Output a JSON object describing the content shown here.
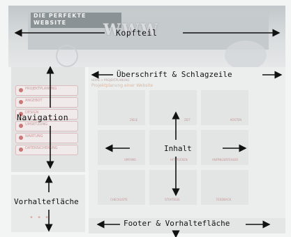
{
  "background": {
    "header_line1": "DIE PERFEKTE",
    "header_line2": "WEBSITE",
    "header_logo": "WWW",
    "breadcrumb": "HOME > PROJEKTPLANUNG",
    "subtitle": "Projektplanung einer Website",
    "nav_items": [
      "PROJEKTPLANUNG",
      "ANGEBOT",
      "DESIGN",
      "UMSETZUNG",
      "WARTUNG",
      "DATENSICHERUNG"
    ],
    "tiles": [
      "ZIELE",
      "ZEIT",
      "KOSTEN",
      "UMFANG",
      "HIT-TRICKEN",
      "ANFÄNGERFEHLER",
      "CHECKLISTE",
      "STRATEGIE",
      "FEEDBACK"
    ],
    "dots": "• • •"
  },
  "annotations": {
    "header": "Kopfteil",
    "headline": "Überschrift & Schlagzeile",
    "navigation": "Navigation",
    "content": "Inhalt",
    "reserve": "Vorhaltefläche",
    "footer": "Footer & Vorhaltefläche"
  },
  "colors": {
    "arrow": "#111111",
    "nav_accent": "#c97777"
  }
}
